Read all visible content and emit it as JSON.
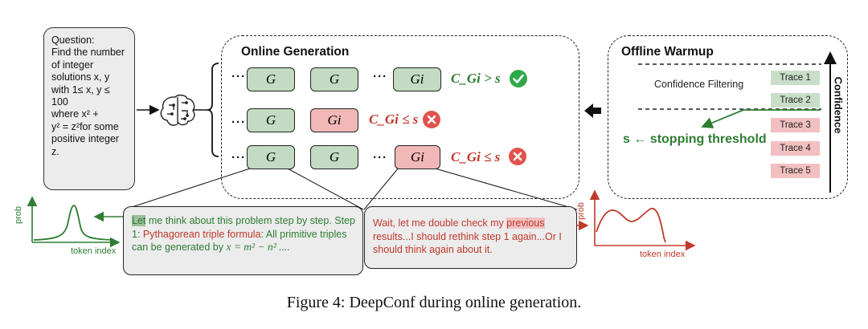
{
  "question": {
    "lines": [
      "Question:",
      "Find the number",
      "of integer",
      "solutions x, y",
      "with 1≤ x, y ≤",
      "100",
      "where x² +",
      "y² = z²for some",
      "positive integer",
      "z."
    ]
  },
  "online": {
    "title": "Online Generation",
    "rows": [
      {
        "blocks": [
          {
            "label": "G",
            "color": "green"
          },
          {
            "label": "G",
            "color": "green"
          },
          {
            "label": "Gi",
            "color": "green"
          }
        ],
        "condition": "C_Gi > s",
        "result": "pass"
      },
      {
        "blocks": [
          {
            "label": "G",
            "color": "green"
          },
          {
            "label": "Gi",
            "color": "red"
          }
        ],
        "condition": "C_Gi ≤ s",
        "result": "fail"
      },
      {
        "blocks": [
          {
            "label": "G",
            "color": "green"
          },
          {
            "label": "G",
            "color": "green"
          },
          {
            "label": "Gi",
            "color": "red"
          }
        ],
        "condition": "C_Gi ≤ s",
        "result": "fail"
      }
    ]
  },
  "offline": {
    "title": "Offline Warmup",
    "filter_label": "Confidence Filtering",
    "threshold_label": "s ← stopping threshold",
    "axis_label": "Confidence",
    "traces": [
      {
        "label": "Trace 1",
        "color": "green"
      },
      {
        "label": "Trace 2",
        "color": "green"
      },
      {
        "label": "Trace 3",
        "color": "red"
      },
      {
        "label": "Trace 4",
        "color": "red"
      },
      {
        "label": "Trace 5",
        "color": "red"
      }
    ]
  },
  "left_plot": {
    "ylabel": "prob",
    "xlabel": "token index",
    "color": "#2e7d32"
  },
  "right_plot": {
    "ylabel": "prob",
    "xlabel": "token index",
    "color": "#c0392b"
  },
  "green_bubble": {
    "highlight": "Let",
    "text1": " me think about this problem step by step. Step 1: ",
    "emph": "Pythagorean triple formula",
    "text2": ": All primitive triples can be generated by ",
    "formula": "x = m² − n² ...."
  },
  "red_bubble": {
    "text1": "Wait, let me double check my ",
    "highlight": "previous",
    "text2": " results...I should rethink step 1 again...Or I should think again about it."
  },
  "caption": "Figure 4: DeepConf during online generation.",
  "colors": {
    "green": "#2e7d32",
    "red": "#c0392b",
    "green_fill": "#c2dbc2",
    "red_fill": "#f2b8b8"
  }
}
